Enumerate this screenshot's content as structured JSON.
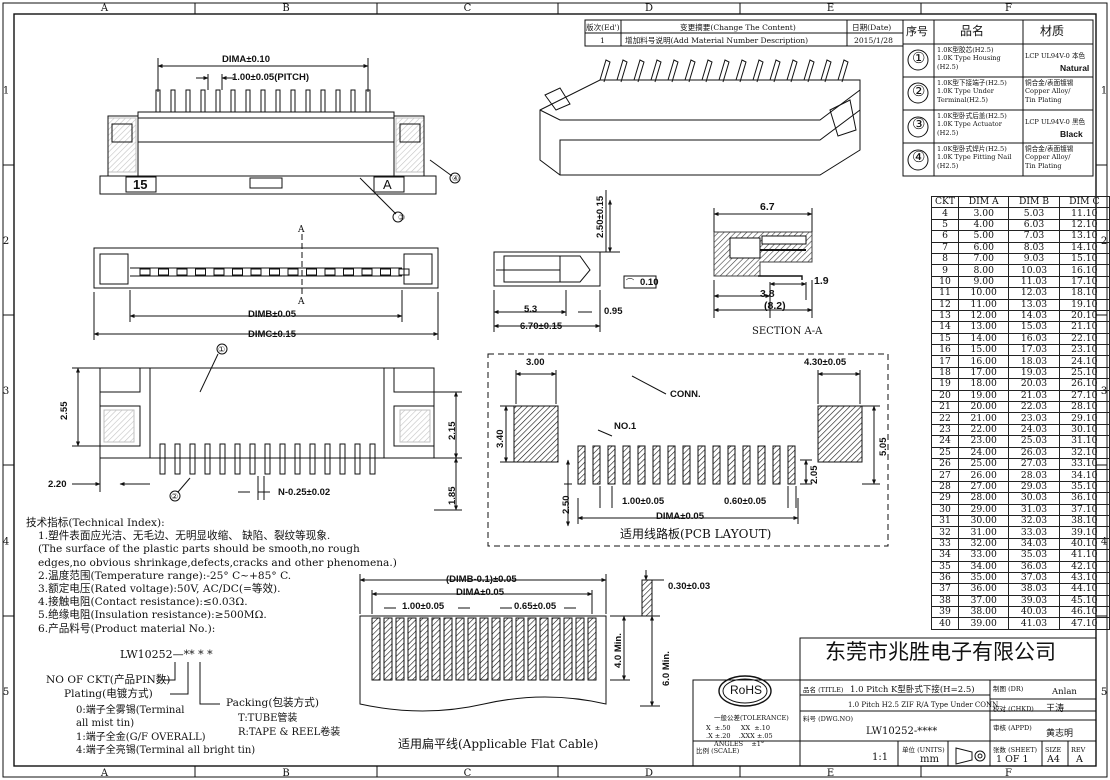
{
  "border": {
    "cols": [
      "A",
      "B",
      "C",
      "D",
      "E",
      "F"
    ],
    "rows": [
      "1",
      "2",
      "3",
      "4",
      "5"
    ]
  },
  "revision": {
    "headers": [
      "版次(Ed')",
      "变更摘要(Change The Content)",
      "日期(Date)"
    ],
    "row": {
      "ed": "1",
      "content": "增加料号说明(Add Material Number Description)",
      "date": "2015/1/28"
    }
  },
  "materials": {
    "headers": [
      "序号",
      "品名",
      "材质"
    ],
    "items": [
      {
        "no": "①",
        "name": "1.0K型胶芯(H2.5)\n1.0K Type Housing\n(H2.5)",
        "mat": "LCP UL94V-0 本色",
        "mat_em": "Natural"
      },
      {
        "no": "②",
        "name": "1.0K型下接端子(H2.5)\n1.0K Type Under\nTerminal(H2.5)",
        "mat": "铜合金/表面镀锡\nCopper Alloy/\nTin Plating",
        "mat_em": ""
      },
      {
        "no": "③",
        "name": "1.0K型卧式后盖(H2.5)\n1.0K Type Actuator\n(H2.5)",
        "mat": "LCP UL94V-0 黑色",
        "mat_em": "Black"
      },
      {
        "no": "④",
        "name": "1.0K型卧式焊片(H2.5)\n1.0K Type Fitting Nail\n(H2.5)",
        "mat": "铜合金/表面镀锡\nCopper Alloy/\nTin Plating",
        "mat_em": ""
      }
    ]
  },
  "ckt_table": {
    "headers": [
      "CKT",
      "DIM A",
      "DIM B",
      "DIM C"
    ],
    "rows": [
      [
        "4",
        "3.00",
        "5.03",
        "11.10"
      ],
      [
        "5",
        "4.00",
        "6.03",
        "12.10"
      ],
      [
        "6",
        "5.00",
        "7.03",
        "13.10"
      ],
      [
        "7",
        "6.00",
        "8.03",
        "14.10"
      ],
      [
        "8",
        "7.00",
        "9.03",
        "15.10"
      ],
      [
        "9",
        "8.00",
        "10.03",
        "16.10"
      ],
      [
        "10",
        "9.00",
        "11.03",
        "17.10"
      ],
      [
        "11",
        "10.00",
        "12.03",
        "18.10"
      ],
      [
        "12",
        "11.00",
        "13.03",
        "19.10"
      ],
      [
        "13",
        "12.00",
        "14.03",
        "20.10"
      ],
      [
        "14",
        "13.00",
        "15.03",
        "21.10"
      ],
      [
        "15",
        "14.00",
        "16.03",
        "22.10"
      ],
      [
        "16",
        "15.00",
        "17.03",
        "23.10"
      ],
      [
        "17",
        "16.00",
        "18.03",
        "24.10"
      ],
      [
        "18",
        "17.00",
        "19.03",
        "25.10"
      ],
      [
        "19",
        "18.00",
        "20.03",
        "26.10"
      ],
      [
        "20",
        "19.00",
        "21.03",
        "27.10"
      ],
      [
        "21",
        "20.00",
        "22.03",
        "28.10"
      ],
      [
        "22",
        "21.00",
        "23.03",
        "29.10"
      ],
      [
        "23",
        "22.00",
        "24.03",
        "30.10"
      ],
      [
        "24",
        "23.00",
        "25.03",
        "31.10"
      ],
      [
        "25",
        "24.00",
        "26.03",
        "32.10"
      ],
      [
        "26",
        "25.00",
        "27.03",
        "33.10"
      ],
      [
        "27",
        "26.00",
        "28.03",
        "34.10"
      ],
      [
        "28",
        "27.00",
        "29.03",
        "35.10"
      ],
      [
        "29",
        "28.00",
        "30.03",
        "36.10"
      ],
      [
        "30",
        "29.00",
        "31.03",
        "37.10"
      ],
      [
        "31",
        "30.00",
        "32.03",
        "38.10"
      ],
      [
        "32",
        "31.00",
        "33.03",
        "39.10"
      ],
      [
        "33",
        "32.00",
        "34.03",
        "40.10"
      ],
      [
        "34",
        "33.00",
        "35.03",
        "41.10"
      ],
      [
        "35",
        "34.00",
        "36.03",
        "42.10"
      ],
      [
        "36",
        "35.00",
        "37.03",
        "43.10"
      ],
      [
        "37",
        "36.00",
        "38.03",
        "44.10"
      ],
      [
        "38",
        "37.00",
        "39.03",
        "45.10"
      ],
      [
        "39",
        "38.00",
        "40.03",
        "46.10"
      ],
      [
        "40",
        "39.00",
        "41.03",
        "47.10"
      ]
    ]
  },
  "dims": {
    "dima_010": "DIMA±0.10",
    "pitch": "1.00±0.05(PITCH)",
    "label15": "15",
    "labelA": "A",
    "sec_a": "A",
    "dimb": "DIMB±0.05",
    "dimc": "DIMC±0.15",
    "h250": "2.50±0.15",
    "d010": "0.10",
    "d53": "5.3",
    "d095": "0.95",
    "d670": "6.70±0.15",
    "d67": "6.7",
    "d19": "1.9",
    "d38": "3.8",
    "d82": "(8.2)",
    "section": "SECTION A-A",
    "d255": "2.55",
    "d215": "2.15",
    "d220": "2.20",
    "d185": "1.85",
    "dn": "N-0.25±0.02",
    "callout1": "①",
    "callout2": "②",
    "callout3": "③",
    "callout4": "④"
  },
  "pcb": {
    "d300": "3.00",
    "d430": "4.30±0.05",
    "conn": "CONN.",
    "no1": "NO.1",
    "d340": "3.40",
    "d505": "5.05",
    "d205": "2.05",
    "d100": "1.00±0.05",
    "d060": "0.60±0.05",
    "dima": "DIMA±0.05",
    "d250": "2.50",
    "title": "适用线路板(PCB LAYOUT)"
  },
  "notes": {
    "lines": [
      "技术指标(Technical Index):",
      "1.塑件表面应光洁、无毛边、无明显收缩、 缺陷、裂纹等现象.",
      "(The surface of the plastic parts should be smooth,no rough",
      "edges,no obvious shrinkage,defects,cracks and other phenomena.)",
      "2.温度范围(Temperature range):-25° C~+85° C.",
      "3.额定电压(Rated voltage):50V, AC/DC(=等效).",
      "4.接触电阻(Contact resistance):≤0.03Ω.",
      "5.绝缘电阻(Insulation resistance):≥500MΩ.",
      "6.产品料号(Product material No.):"
    ],
    "partno": "LW10252—** * *",
    "ckt_label": "NO OF CKT(产品PIN数)",
    "plating_label": "Plating(电镀方式)",
    "plating_opts": [
      "0:端子全雾锡(Terminal",
      "all mist tin)",
      "1:端子全金(G/F OVERALL)",
      "4:端子全亮锡(Terminal all bright tin)"
    ],
    "packing_label": "Packing(包装方式)",
    "packing_opts": [
      "T:TUBE管装",
      "R:TAPE & REEL卷装"
    ]
  },
  "ffc": {
    "dimb": "(DIMB-0.1)±0.05",
    "dima": "DIMA±0.05",
    "d100": "1.00±0.05",
    "d065": "0.65±0.05",
    "d030": "0.30±0.03",
    "d40": "4.0 Min.",
    "d60": "6.0 Min.",
    "title": "适用扁平线(Applicable Flat Cable)"
  },
  "title_block": {
    "company": "东莞市兆胜电子有限公司",
    "rohs": "RoHS",
    "title_label": "品名 (TITLE)",
    "title1": "1.0 Pitch K型卧式下接(H=2.5)",
    "title2": "1.0 Pitch H2.5 ZIF R/A Type Under CONN.",
    "dwg_label": "料号 (DWG.NO)",
    "dwg": "LW10252-****",
    "tol_label": "一般公差(TOLERANCE)",
    "tol1": "X  ±.50     XX  ±.10",
    "tol2": ".X ±.20    .XXX ±.05",
    "tol3": "ANGLES    ±1°",
    "scale_label": "比例 (SCALE)",
    "scale": "1:1",
    "unit_label": "单位 (UNITS)",
    "unit": "mm",
    "dr_label": "制图 (DR)",
    "dr": "Anlan",
    "chkd_label": "校对 (CHKD)",
    "chkd": "王涛",
    "appd_label": "审核 (APPD)",
    "appd": "黄志明",
    "sheet_label": "张数 (SHEET)",
    "sheet": "1 OF 1",
    "size_label": "SIZE",
    "size": "A4",
    "rev_label": "REV",
    "rev": "A"
  }
}
